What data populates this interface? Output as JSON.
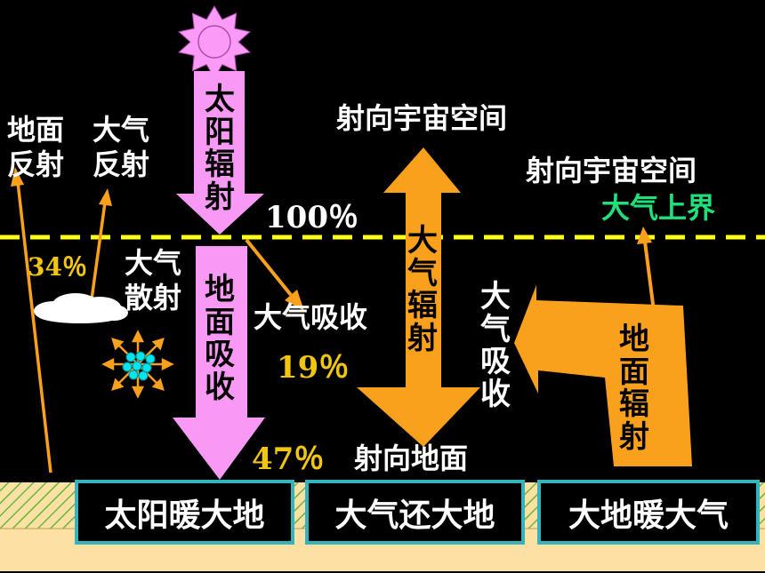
{
  "labels": {
    "solar_radiation": "太阳辐射",
    "ground_absorption": "地面吸收",
    "atmos_radiation": "大气辐射",
    "ground_radiation": "地面辐射",
    "atmos_absorption": "大气吸收",
    "ground_reflection": "地面反射",
    "atmos_reflection": "大气反射",
    "atmos_scattering": "大气散射",
    "atmos_absorb_label": "大气吸收",
    "to_space_1": "射向宇宙空间",
    "to_space_2": "射向宇宙空间",
    "to_ground": "射向地面",
    "upper_boundary": "大气上界"
  },
  "percentages": {
    "p100": "100％",
    "p34": "34％",
    "p19": "19％",
    "p47": "47％"
  },
  "boxes": {
    "sun_warms_earth": "太阳暖大地",
    "atmos_returns_earth": "大气还大地",
    "earth_warms_atmos": "大地暖大气"
  },
  "colors": {
    "solar_arrow": "#f899f5",
    "orange_arrow": "#f9a01c",
    "percent_yellow": "#f2c60f",
    "boundary_green": "#20e07a",
    "box_border": "#33b3bd",
    "ground": "#fde0a4"
  }
}
